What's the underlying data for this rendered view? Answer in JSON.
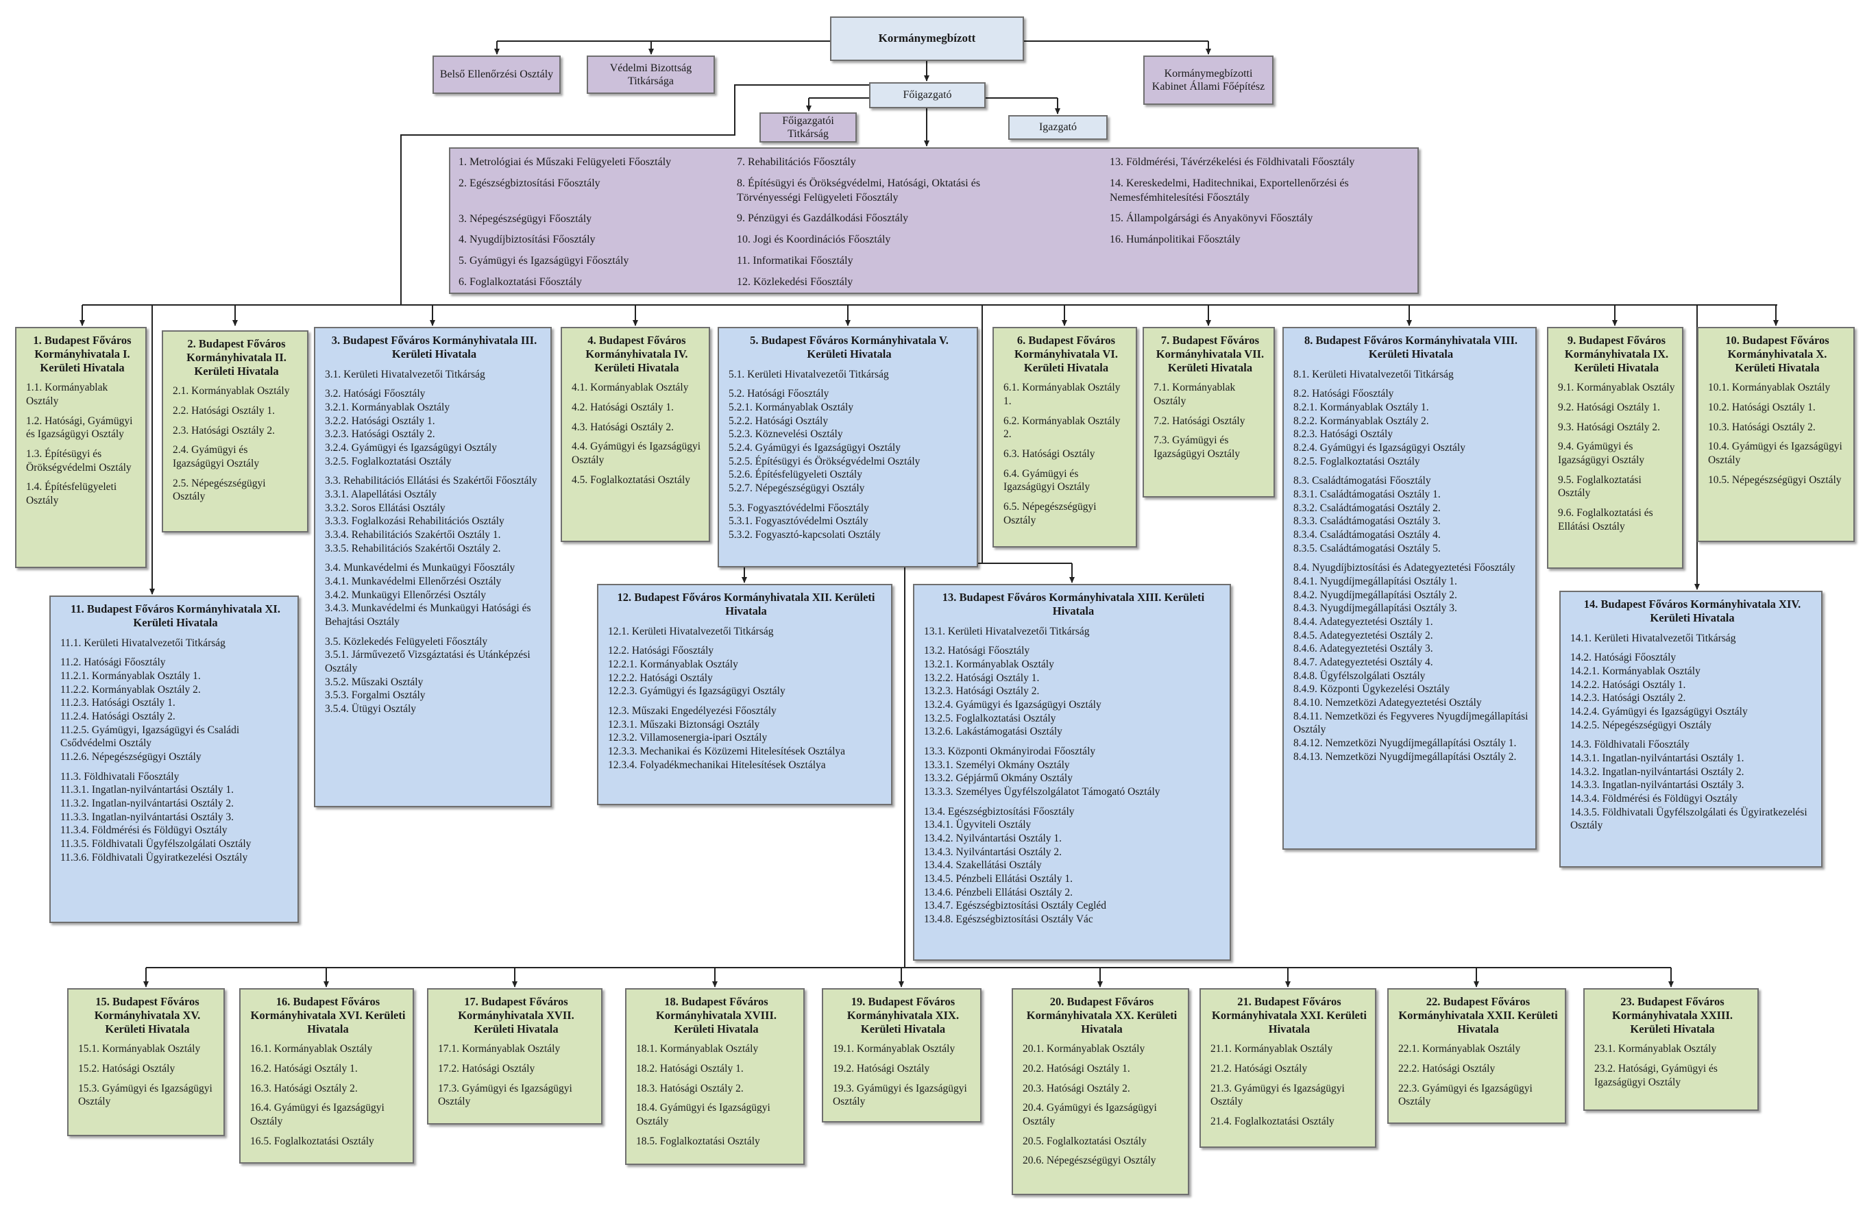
{
  "top": {
    "kormanymegbizott": "Kormánymegbízott",
    "belso": "Belső Ellenőrzési Osztály",
    "vedelmi": "Védelmi Bizottság Titkársága",
    "kabinet": "Kormánymegbízotti Kabinet Állami Főépítész",
    "foigazgato": "Főigazgató",
    "foigazgato_titkarsag": "Főigazgatói Titkárság",
    "igazgato": "Igazgató"
  },
  "foosztalyok": [
    [
      "1. Metrológiai és Műszaki Felügyeleti Főosztály",
      "2. Egészségbiztosítási Főosztály",
      "3. Népegészségügyi Főosztály",
      "4. Nyugdíjbiztosítási Főosztály",
      "5. Gyámügyi és Igazságügyi Főosztály",
      "6. Foglalkoztatási Főosztály"
    ],
    [
      "7. Rehabilitációs Főosztály",
      "8. Építésügyi és Örökségvédelmi, Hatósági, Oktatási és Törvényességi Felügyeleti Főosztály",
      "9. Pénzügyi és Gazdálkodási Főosztály",
      "10. Jogi és Koordinációs Főosztály",
      "11. Informatikai Főosztály",
      "12. Közlekedési Főosztály"
    ],
    [
      "13. Földmérési, Távérzékelési és Földhivatali Főosztály",
      "14. Kereskedelmi, Haditechnikai, Exportellenőrzési és Nemesfémhitelesítési Főosztály",
      "15. Állampolgársági és Anyakönyvi Főosztály",
      "16. Humánpolitikai Főosztály"
    ]
  ],
  "districts": [
    {
      "title": "1. Budapest Főváros Kormányhivatala I. Kerületi Hivatala",
      "groups": [
        [
          "1.1. Kormányablak Osztály"
        ],
        [
          "1.2. Hatósági, Gyámügyi és Igazságügyi Osztály"
        ],
        [
          "1.3. Építésügyi és Örökségvédelmi Osztály"
        ],
        [
          "1.4. Építésfelügyeleti Osztály"
        ]
      ]
    },
    {
      "title": "2. Budapest Főváros Kormányhivatala II. Kerületi Hivatala",
      "groups": [
        [
          "2.1. Kormányablak Osztály"
        ],
        [
          "2.2. Hatósági Osztály 1."
        ],
        [
          "2.3. Hatósági Osztály 2."
        ],
        [
          "2.4. Gyámügyi és Igazságügyi Osztály"
        ],
        [
          "2.5. Népegészségügyi Osztály"
        ]
      ]
    },
    {
      "title": "3. Budapest Főváros Kormányhivatala III. Kerületi Hivatala",
      "groups": [
        [
          "3.1. Kerületi Hivatalvezetői Titkárság"
        ],
        [
          "3.2. Hatósági Főosztály",
          "3.2.1. Kormányablak Osztály",
          "3.2.2. Hatósági Osztály 1.",
          "3.2.3. Hatósági Osztály 2.",
          "3.2.4. Gyámügyi és Igazságügyi Osztály",
          "3.2.5. Foglalkoztatási Osztály"
        ],
        [
          "3.3. Rehabilitációs Ellátási és Szakértői Főosztály",
          "3.3.1. Alapellátási Osztály",
          "3.3.2. Soros Ellátási Osztály",
          "3.3.3. Foglalkozási Rehabilitációs Osztály",
          "3.3.4. Rehabilitációs Szakértői Osztály 1.",
          "3.3.5. Rehabilitációs Szakértői Osztály 2."
        ],
        [
          "3.4. Munkavédelmi és Munkaügyi Főosztály",
          "3.4.1. Munkavédelmi Ellenőrzési Osztály",
          "3.4.2. Munkaügyi Ellenőrzési Osztály",
          "3.4.3. Munkavédelmi és Munkaügyi Hatósági és Behajtási Osztály"
        ],
        [
          "3.5. Közlekedés Felügyeleti Főosztály",
          "3.5.1. Járművezető Vizsgáztatási és Utánképzési Osztály",
          "3.5.2. Műszaki Osztály",
          "3.5.3. Forgalmi Osztály",
          "3.5.4. Ütügyi Osztály"
        ]
      ]
    },
    {
      "title": "4. Budapest Főváros Kormányhivatala IV. Kerületi Hivatala",
      "groups": [
        [
          "4.1. Kormányablak Osztály"
        ],
        [
          "4.2. Hatósági Osztály 1."
        ],
        [
          "4.3. Hatósági Osztály 2."
        ],
        [
          "4.4. Gyámügyi és Igazságügyi Osztály"
        ],
        [
          "4.5. Foglalkoztatási Osztály"
        ]
      ]
    },
    {
      "title": "5. Budapest Főváros Kormányhivatala V. Kerületi Hivatala",
      "groups": [
        [
          "5.1. Kerületi Hivatalvezetői Titkárság"
        ],
        [
          "5.2. Hatósági Főosztály",
          "5.2.1. Kormányablak Osztály",
          "5.2.2. Hatósági Osztály",
          "5.2.3. Köznevelési Osztály",
          "5.2.4. Gyámügyi és Igazságügyi Osztály",
          "5.2.5. Építésügyi és Örökségvédelmi Osztály",
          "5.2.6. Építésfelügyeleti Osztály",
          "5.2.7. Népegészségügyi Osztály"
        ],
        [
          "5.3. Fogyasztóvédelmi Főosztály",
          "5.3.1. Fogyasztóvédelmi Osztály",
          "5.3.2. Fogyasztó-kapcsolati Osztály"
        ]
      ]
    },
    {
      "title": "6. Budapest Főváros Kormányhivatala VI. Kerületi Hivatala",
      "groups": [
        [
          "6.1. Kormányablak Osztály 1."
        ],
        [
          "6.2. Kormányablak Osztály 2."
        ],
        [
          "6.3. Hatósági Osztály"
        ],
        [
          "6.4. Gyámügyi és Igazságügyi Osztály"
        ],
        [
          "6.5. Népegészségügyi Osztály"
        ]
      ]
    },
    {
      "title": "7. Budapest Főváros Kormányhivatala VII. Kerületi Hivatala",
      "groups": [
        [
          "7.1. Kormányablak Osztály"
        ],
        [
          "7.2. Hatósági Osztály"
        ],
        [
          "7.3. Gyámügyi és Igazságügyi Osztály"
        ]
      ]
    },
    {
      "title": "8. Budapest Főváros Kormányhivatala VIII. Kerületi Hivatala",
      "groups": [
        [
          "8.1. Kerületi Hivatalvezetői Titkárság"
        ],
        [
          "8.2. Hatósági Főosztály",
          "8.2.1. Kormányablak Osztály 1.",
          "8.2.2. Kormányablak Osztály 2.",
          "8.2.3. Hatósági Osztály",
          "8.2.4. Gyámügyi és Igazságügyi Osztály",
          "8.2.5. Foglalkoztatási Osztály"
        ],
        [
          "8.3. Családtámogatási Főosztály",
          "8.3.1. Családtámogatási Osztály 1.",
          "8.3.2. Családtámogatási Osztály 2.",
          "8.3.3. Családtámogatási Osztály 3.",
          "8.3.4. Családtámogatási Osztály 4.",
          "8.3.5. Családtámogatási Osztály 5."
        ],
        [
          "8.4. Nyugdíjbiztosítási és Adategyeztetési Főosztály",
          "8.4.1. Nyugdíjmegállapítási Osztály 1.",
          "8.4.2. Nyugdíjmegállapítási Osztály 2.",
          "8.4.3. Nyugdíjmegállapítási Osztály 3.",
          "8.4.4. Adategyeztetési Osztály 1.",
          "8.4.5. Adategyeztetési Osztály 2.",
          "8.4.6. Adategyeztetési Osztály 3.",
          "8.4.7. Adategyeztetési Osztály 4.",
          "8.4.8. Ügyfélszolgálati Osztály",
          "8.4.9. Központi Ügykezelési Osztály",
          "8.4.10. Nemzetközi Adategyeztetési Osztály",
          "8.4.11. Nemzetközi és Fegyveres Nyugdíjmegállapítási Osztály",
          "8.4.12. Nemzetközi Nyugdíjmegállapítási Osztály 1.",
          "8.4.13. Nemzetközi Nyugdíjmegállapítási Osztály 2."
        ]
      ]
    },
    {
      "title": "9. Budapest Főváros Kormányhivatala IX. Kerületi Hivatala",
      "groups": [
        [
          "9.1. Kormányablak Osztály"
        ],
        [
          "9.2. Hatósági Osztály 1."
        ],
        [
          "9.3. Hatósági Osztály 2."
        ],
        [
          "9.4. Gyámügyi és Igazságügyi Osztály"
        ],
        [
          "9.5. Foglalkoztatási Osztály"
        ],
        [
          "9.6. Foglalkoztatási és Ellátási Osztály"
        ]
      ]
    },
    {
      "title": "10. Budapest Főváros Kormányhivatala X. Kerületi Hivatala",
      "groups": [
        [
          "10.1. Kormányablak Osztály"
        ],
        [
          "10.2. Hatósági Osztály 1."
        ],
        [
          "10.3. Hatósági Osztály 2."
        ],
        [
          "10.4. Gyámügyi és Igazságügyi Osztály"
        ],
        [
          "10.5. Népegészségügyi Osztály"
        ]
      ]
    },
    {
      "title": "11. Budapest Főváros Kormányhivatala XI. Kerületi Hivatala",
      "groups": [
        [
          "11.1. Kerületi Hivatalvezetői Titkárság"
        ],
        [
          "11.2. Hatósági Főosztály",
          "11.2.1. Kormányablak Osztály 1.",
          "11.2.2. Kormányablak Osztály 2.",
          "11.2.3. Hatósági Osztály 1.",
          "11.2.4. Hatósági Osztály 2.",
          "11.2.5. Gyámügyi, Igazságügyi és Családi Csődvédelmi Osztály",
          "11.2.6. Népegészségügyi Osztály"
        ],
        [
          "11.3. Földhivatali Főosztály",
          "11.3.1. Ingatlan-nyilvántartási Osztály 1.",
          "11.3.2. Ingatlan-nyilvántartási Osztály 2.",
          "11.3.3. Ingatlan-nyilvántartási Osztály 3.",
          "11.3.4. Földmérési és Földügyi Osztály",
          "11.3.5. Földhivatali Ügyfélszolgálati Osztály",
          "11.3.6. Földhivatali Ügyiratkezelési Osztály"
        ]
      ]
    },
    {
      "title": "12. Budapest Főváros Kormányhivatala XII. Kerületi Hivatala",
      "groups": [
        [
          "12.1. Kerületi Hivatalvezetői Titkárság"
        ],
        [
          "12.2. Hatósági Főosztály",
          "12.2.1. Kormányablak Osztály",
          "12.2.2. Hatósági Osztály",
          "12.2.3. Gyámügyi és Igazságügyi Osztály"
        ],
        [
          "12.3. Műszaki Engedélyezési Főosztály",
          "12.3.1. Műszaki Biztonsági Osztály",
          "12.3.2. Villamosenergia-ipari Osztály",
          "12.3.3. Mechanikai és Közüzemi Hitelesítések Osztálya",
          "12.3.4. Folyadékmechanikai Hitelesítések Osztálya"
        ]
      ]
    },
    {
      "title": "13. Budapest Főváros Kormányhivatala XIII. Kerületi Hivatala",
      "groups": [
        [
          "13.1. Kerületi Hivatalvezetői Titkárság"
        ],
        [
          "13.2. Hatósági Főosztály",
          "13.2.1. Kormányablak Osztály",
          "13.2.2. Hatósági Osztály 1.",
          "13.2.3. Hatósági Osztály 2.",
          "13.2.4. Gyámügyi és Igazságügyi Osztály",
          "13.2.5. Foglalkoztatási Osztály",
          "13.2.6. Lakástámogatási Osztály"
        ],
        [
          "13.3. Központi Okmányirodai Főosztály",
          "13.3.1. Személyi Okmány Osztály",
          "13.3.2. Gépjármű Okmány Osztály",
          "13.3.3. Személyes Ügyfélszolgálatot Támogató Osztály"
        ],
        [
          "13.4. Egészségbiztosítási Főosztály",
          "13.4.1. Ügyviteli Osztály",
          "13.4.2. Nyilvántartási Osztály 1.",
          "13.4.3. Nyilvántartási Osztály 2.",
          "13.4.4. Szakellátási Osztály",
          "13.4.5. Pénzbeli Ellátási Osztály 1.",
          "13.4.6. Pénzbeli Ellátási Osztály 2.",
          "13.4.7. Egészségbiztosítási Osztály Cegléd",
          "13.4.8. Egészségbiztosítási Osztály Vác"
        ]
      ]
    },
    {
      "title": "14. Budapest Főváros Kormányhivatala XIV. Kerületi Hivatala",
      "groups": [
        [
          "14.1. Kerületi Hivatalvezetői Titkárság"
        ],
        [
          "14.2. Hatósági Főosztály",
          "14.2.1. Kormányablak Osztály",
          "14.2.2. Hatósági Osztály 1.",
          "14.2.3. Hatósági Osztály 2.",
          "14.2.4. Gyámügyi és Igazságügyi Osztály",
          "14.2.5. Népegészségügyi Osztály"
        ],
        [
          "14.3. Földhivatali Főosztály",
          "14.3.1. Ingatlan-nyilvántartási Osztály 1.",
          "14.3.2. Ingatlan-nyilvántartási Osztály 2.",
          "14.3.3. Ingatlan-nyilvántartási Osztály 3.",
          "14.3.4. Földmérési és Földügyi Osztály",
          "14.3.5. Földhivatali Ügyfélszolgálati és Ügyiratkezelési Osztály"
        ]
      ]
    },
    {
      "title": "15. Budapest Főváros Kormányhivatala XV. Kerületi Hivatala",
      "groups": [
        [
          "15.1. Kormányablak Osztály"
        ],
        [
          "15.2. Hatósági Osztály"
        ],
        [
          "15.3. Gyámügyi és Igazságügyi Osztály"
        ]
      ]
    },
    {
      "title": "16. Budapest Főváros Kormányhivatala XVI. Kerületi Hivatala",
      "groups": [
        [
          "16.1. Kormányablak  Osztály"
        ],
        [
          "16.2. Hatósági Osztály 1."
        ],
        [
          "16.3. Hatósági Osztály 2."
        ],
        [
          "16.4. Gyámügyi és Igazságügyi Osztály"
        ],
        [
          "16.5. Foglalkoztatási Osztály"
        ]
      ]
    },
    {
      "title": "17. Budapest Főváros Kormányhivatala XVII. Kerületi Hivatala",
      "groups": [
        [
          "17.1. Kormányablak  Osztály"
        ],
        [
          "17.2. Hatósági Osztály"
        ],
        [
          "17.3. Gyámügyi és Igazságügyi Osztály"
        ]
      ]
    },
    {
      "title": "18. Budapest Főváros Kormányhivatala XVIII. Kerületi Hivatala",
      "groups": [
        [
          "18.1. Kormányablak Osztály"
        ],
        [
          "18.2. Hatósági Osztály 1."
        ],
        [
          "18.3. Hatósági Osztály 2."
        ],
        [
          "18.4. Gyámügyi és Igazságügyi Osztály"
        ],
        [
          "18.5. Foglalkoztatási Osztály"
        ]
      ]
    },
    {
      "title": "19. Budapest Főváros Kormányhivatala XIX. Kerületi Hivatala",
      "groups": [
        [
          "19.1. Kormányablak Osztály"
        ],
        [
          "19.2. Hatósági Osztály"
        ],
        [
          "19.3. Gyámügyi és Igazságügyi Osztály"
        ]
      ]
    },
    {
      "title": "20. Budapest Főváros Kormányhivatala XX. Kerületi Hivatala",
      "groups": [
        [
          "20.1. Kormányablak  Osztály"
        ],
        [
          "20.2. Hatósági Osztály 1."
        ],
        [
          "20.3. Hatósági Osztály 2."
        ],
        [
          "20.4. Gyámügyi és Igazságügyi Osztály"
        ],
        [
          "20.5. Foglalkoztatási Osztály"
        ],
        [
          "20.6. Népegészségügyi Osztály"
        ]
      ]
    },
    {
      "title": "21. Budapest Főváros Kormányhivatala XXI. Kerületi Hivatala",
      "groups": [
        [
          "21.1. Kormányablak Osztály"
        ],
        [
          "21.2. Hatósági Osztály"
        ],
        [
          "21.3. Gyámügyi és Igazságügyi Osztály"
        ],
        [
          "21.4. Foglalkoztatási Osztály"
        ]
      ]
    },
    {
      "title": "22. Budapest Főváros Kormányhivatala XXII. Kerületi Hivatala",
      "groups": [
        [
          "22.1. Kormányablak Osztály"
        ],
        [
          "22.2. Hatósági Osztály"
        ],
        [
          "22.3. Gyámügyi és Igazságügyi Osztály"
        ]
      ]
    },
    {
      "title": "23. Budapest Főváros Kormányhivatala XXIII. Kerületi Hivatala",
      "groups": [
        [
          "23.1. Kormányablak Osztály"
        ],
        [
          "23.2. Hatósági, Gyámügyi és Igazságügyi Osztály"
        ]
      ]
    }
  ],
  "colors": {
    "top": "#dce6f2",
    "lavender": "#ccc0da",
    "green": "#d7e4bc",
    "blue": "#c6d9f1",
    "border": "#6f6f6f",
    "line": "#222222"
  }
}
